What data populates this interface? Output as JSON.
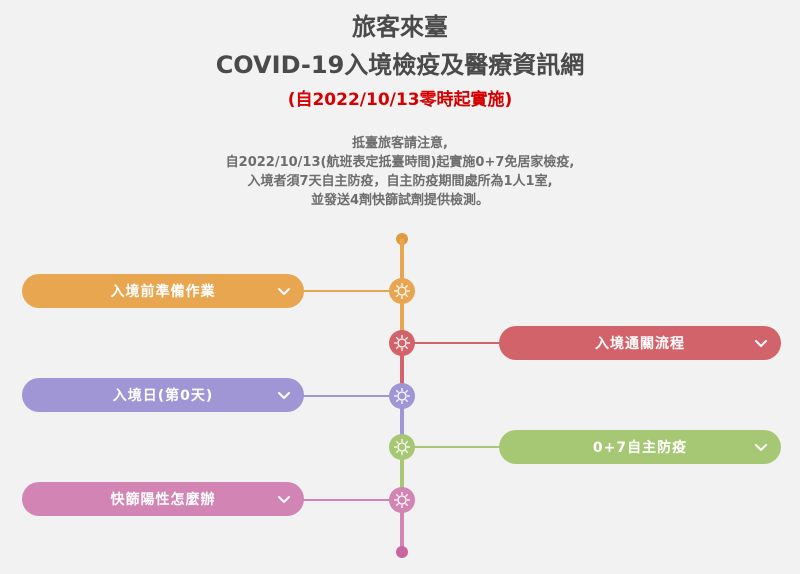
{
  "header": {
    "title_line1": "旅客來臺",
    "title_line2": "COVID-19入境檢疫及醫療資訊網",
    "effective_date": "(自2022/10/13零時起實施)"
  },
  "notice": {
    "lines": [
      "抵臺旅客請注意,",
      "自2022/10/13(航班表定抵臺時間)起實施0+7免居家檢疫,",
      "入境者須7天自主防疫，自主防疫期間處所為1人1室,",
      "並發送4劑快篩試劑提供檢測。"
    ]
  },
  "colors": {
    "orange": "#e8a650",
    "red": "#d2636b",
    "purple": "#a096d6",
    "green": "#a6c874",
    "pink": "#d285b4"
  },
  "timeline": {
    "items": [
      {
        "label": "入境前準備作業",
        "side": "left",
        "color": "#e8a650",
        "icon": "chevron-down-icon"
      },
      {
        "label": "入境通關流程",
        "side": "right",
        "color": "#d2636b",
        "icon": "chevron-down-icon"
      },
      {
        "label": "入境日(第0天)",
        "side": "left",
        "color": "#a096d6",
        "icon": "chevron-down-icon"
      },
      {
        "label": "0+7自主防疫",
        "side": "right",
        "color": "#a6c874",
        "icon": "chevron-down-icon"
      },
      {
        "label": "快篩陽性怎麼辦",
        "side": "left",
        "color": "#d285b4",
        "icon": "chevron-down-icon"
      }
    ],
    "node_icon": "virus-icon"
  }
}
